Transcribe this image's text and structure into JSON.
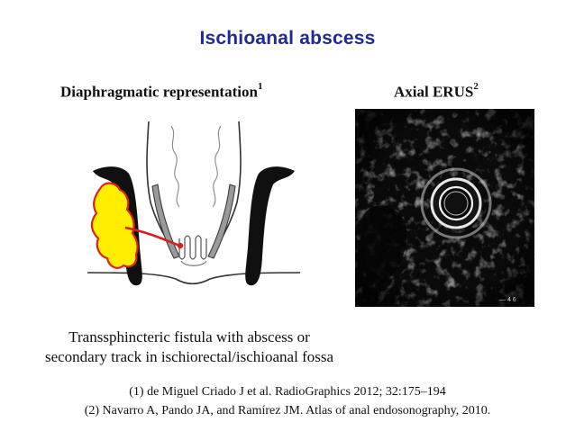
{
  "slide": {
    "title": "Ischioanal abscess",
    "left_heading": "Diaphragmatic representation",
    "left_heading_ref": "1",
    "right_heading": "Axial ERUS",
    "right_heading_ref": "2",
    "caption_line1": "Transsphincteric fistula with abscess or",
    "caption_line2": "secondary track in ischiorectal/ischioanal fossa",
    "ref1": "(1) de Miguel Criado J et al. RadioGraphics 2012; 32:175–194",
    "ref2": "(2) Navarro A, Pando JA, and Ramírez JM. Atlas of anal endosonography, 2010.",
    "erus_scale_label": "— 4 6"
  },
  "colors": {
    "title": "#1f2a9a",
    "abscess_fill": "#ffee00",
    "abscess_border": "#e0201a",
    "fistula_track": "#d42020"
  }
}
